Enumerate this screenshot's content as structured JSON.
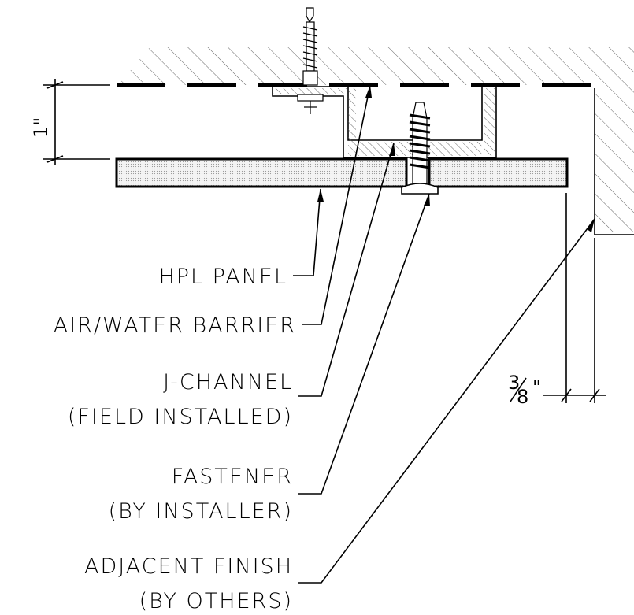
{
  "labels": {
    "hpl_panel": "HPL PANEL",
    "air_water_barrier": "AIR/WATER BARRIER",
    "j_channel_line1": "J-CHANNEL",
    "j_channel_line2": "(FIELD INSTALLED)",
    "fastener_line1": "FASTENER",
    "fastener_line2": "(BY INSTALLER)",
    "adjacent_finish_line1": "ADJACENT FINISH",
    "adjacent_finish_line2": "(BY OTHERS)"
  },
  "dimensions": {
    "vertical_gap": "1\"",
    "reveal_numerator": "3",
    "reveal_denominator": "8",
    "reveal_inch_mark": "\""
  }
}
